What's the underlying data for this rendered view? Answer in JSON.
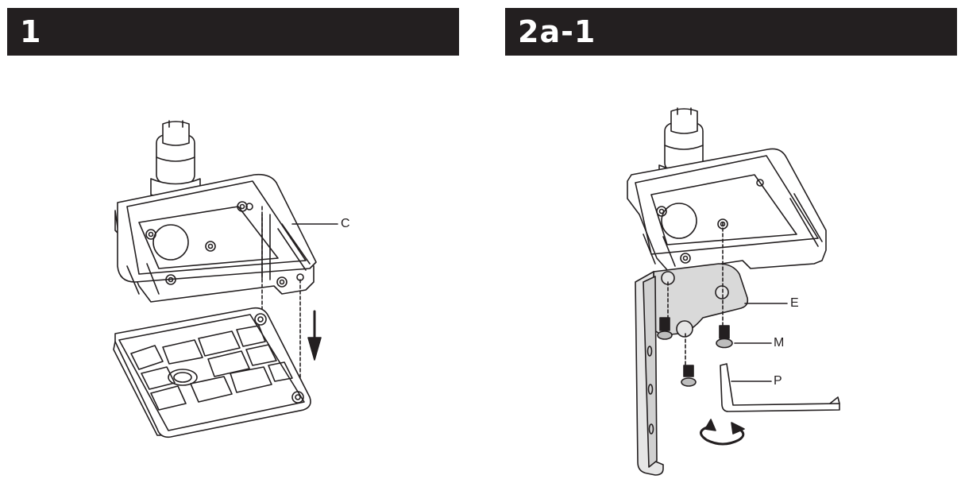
{
  "steps": [
    {
      "number": "1",
      "callouts": {
        "c": "C"
      }
    },
    {
      "number": "2a-1",
      "callouts": {
        "e": "E",
        "m": "M",
        "p": "P"
      }
    }
  ],
  "colors": {
    "header_bg": "#231f20",
    "header_text": "#ffffff",
    "line": "#231f20",
    "bracket_fill": "#d9d9d9",
    "screw_fill": "#bdbdbd"
  },
  "icons": [
    "arrow-down-icon",
    "rotate-clockwise-icon"
  ]
}
